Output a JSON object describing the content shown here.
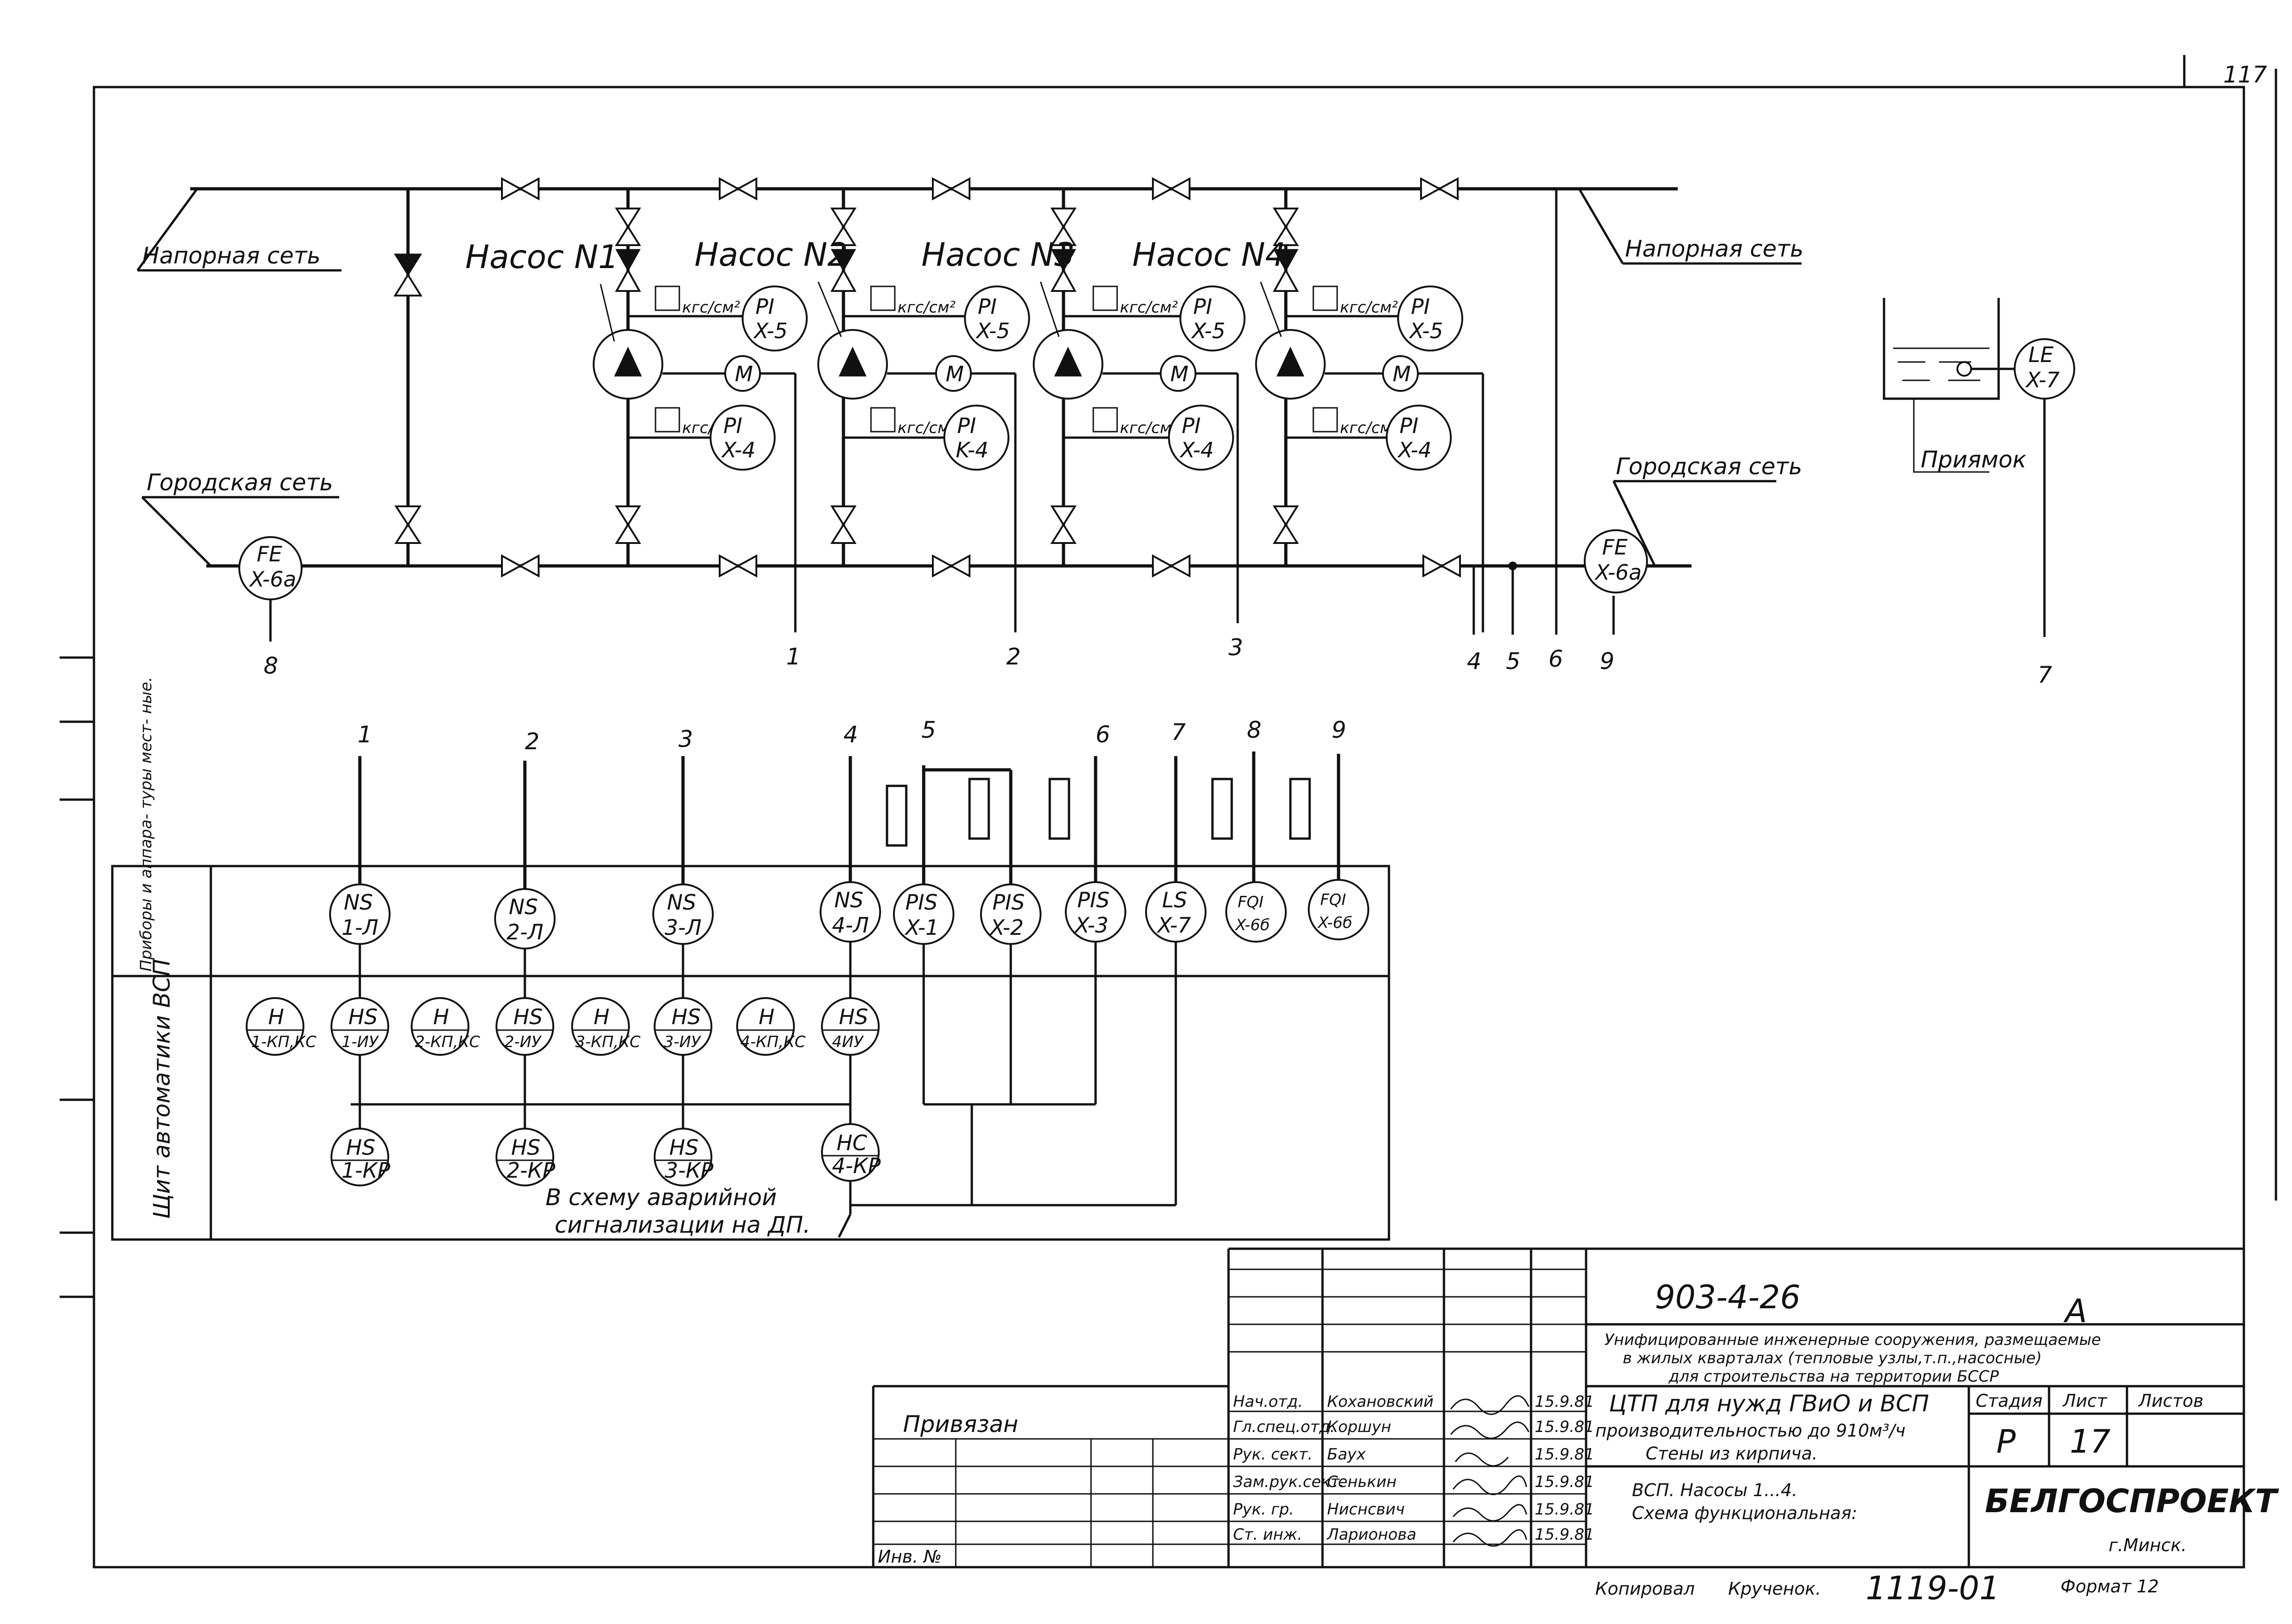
{
  "page": {
    "sheet_number": "117"
  },
  "scheme": {
    "pipes": {
      "pressure_network_left": "Напорная сеть",
      "pressure_network_right": "Напорная сеть",
      "city_network_left": "Городская сеть",
      "city_network_right": "Городская сеть"
    },
    "pumps": [
      {
        "label": "Насос N1",
        "gauge_top_unit": "кгс/см²",
        "gauge_top_tag": [
          "PI",
          "X-5"
        ],
        "gauge_bottom_unit": "кгс/см²",
        "gauge_bottom_tag": [
          "PI",
          "X-4"
        ],
        "motor": "M"
      },
      {
        "label": "Насос N2",
        "gauge_top_unit": "кгс/см²",
        "gauge_top_tag": [
          "PI",
          "X-5"
        ],
        "gauge_bottom_unit": "кгс/см²",
        "gauge_bottom_tag": [
          "PI",
          "K-4"
        ],
        "motor": "M"
      },
      {
        "label": "Насос N3",
        "gauge_top_unit": "кгс/см²",
        "gauge_top_tag": [
          "PI",
          "X-5"
        ],
        "gauge_bottom_unit": "кгс/см²",
        "gauge_bottom_tag": [
          "PI",
          "X-4"
        ],
        "motor": "M"
      },
      {
        "label": "Насос N4",
        "gauge_top_unit": "кгс/см²",
        "gauge_top_tag": [
          "PI",
          "X-5"
        ],
        "gauge_bottom_unit": "кгс/см²",
        "gauge_bottom_tag": [
          "PI",
          "X-4"
        ],
        "motor": "M"
      }
    ],
    "flow_left": [
      "FE",
      "X-6a"
    ],
    "flow_right": [
      "FE",
      "X-6a"
    ],
    "level": [
      "LE",
      "X-7"
    ],
    "pit_label": "Приямок",
    "line_numbers_top": [
      "8",
      "1",
      "2",
      "3",
      "4",
      "5",
      "6",
      "9",
      "7"
    ]
  },
  "panel": {
    "row_label_devices": "Приборы и аппара- туры мест- ные.",
    "row_label_panel": "Щит автоматики ВСП",
    "column_numbers": [
      "1",
      "2",
      "3",
      "4",
      "5",
      "6",
      "7",
      "8",
      "9"
    ],
    "devices": [
      [
        "NS",
        "1-Л"
      ],
      [
        "NS",
        "2-Л"
      ],
      [
        "NS",
        "3-Л"
      ],
      [
        "NS",
        "4-Л"
      ],
      [
        "PIS",
        "X-1"
      ],
      [
        "PIS",
        "X-2"
      ],
      [
        "PIS",
        "X-3"
      ],
      [
        "LS",
        "X-7"
      ],
      [
        "FQI",
        "X-6б"
      ],
      [
        "FQI",
        "X-6б"
      ]
    ],
    "panel_row": [
      [
        "H",
        "1-КП,КС"
      ],
      [
        "HS",
        "1-ИУ"
      ],
      [
        "H",
        "2-КП,КС"
      ],
      [
        "HS",
        "2-ИУ"
      ],
      [
        "H",
        "3-КП,КС"
      ],
      [
        "HS",
        "3-ИУ"
      ],
      [
        "H",
        "4-КП,КС"
      ],
      [
        "HS",
        "4ИУ"
      ]
    ],
    "bottom_row": [
      [
        "HS",
        "1-КР"
      ],
      [
        "HS",
        "2-КР"
      ],
      [
        "HS",
        "3-КР"
      ],
      [
        "HC",
        "4-КР"
      ]
    ],
    "alarm_note_1": "В схему аварийной",
    "alarm_note_2": "сигнализации на ДП."
  },
  "title_block": {
    "doc_code": "903-4-26",
    "letter": "А",
    "project_line_1": "Унифицированные инженерные сооружения, размещаемые",
    "project_line_2": "в жилых кварталах (тепловые узлы,т.п.,насосные)",
    "project_line_3": "для строительства на территории БССР",
    "privyazan": "Привязан",
    "inv_no": "Инв. №",
    "roles": [
      "Нач.отд.",
      "Гл.спец.отд.",
      "Рук. сект.",
      "Зам.рук.сект.",
      "Рук. гр.",
      "Ст. инж."
    ],
    "names": [
      "Кохановский",
      "Коршун",
      "Баух",
      "Сенькин",
      "Ниснсвич",
      "Ларионова"
    ],
    "dates": [
      "15.9.81",
      "15.9.81",
      "15.9.81",
      "15.9.81",
      "15.9.81",
      "15.9.81"
    ],
    "object_line_1": "ЦТП для нужд ГВиО и ВСП",
    "object_line_2": "производительностью до 910м³/ч",
    "object_line_3": "Стены из кирпича.",
    "sheet_line_1": "ВСП. Насосы 1...4.",
    "sheet_line_2": "Схема функциональная:",
    "stage_header": "Стадия",
    "sheet_header": "Лист",
    "sheets_header": "Листов",
    "stage": "Р",
    "sheet": "17",
    "org": "БЕЛГОСПРОЕКТ",
    "city": "г.Минск.",
    "copied_label": "Копировал",
    "copied_by": "Крученок.",
    "archive_no": "1119-01",
    "format": "Формат 12"
  }
}
